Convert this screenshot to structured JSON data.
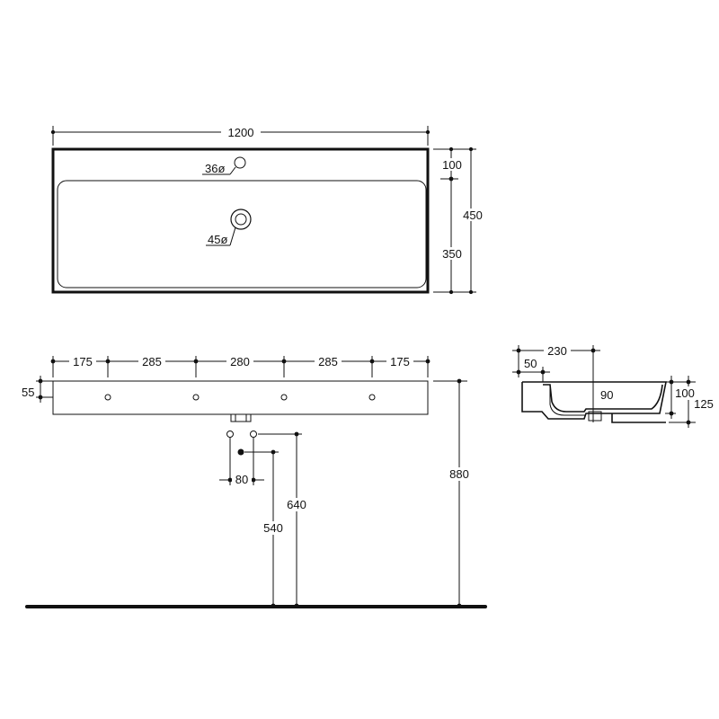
{
  "top_view": {
    "width": "1200",
    "height_total": "450",
    "height_top": "100",
    "height_bowl": "350",
    "tap_hole": "36ø",
    "drain_hole": "45ø"
  },
  "front_view": {
    "spacings": [
      "175",
      "285",
      "280",
      "285",
      "175"
    ],
    "depth": "55",
    "height_floor": "880",
    "waste_spacing": "80",
    "waste_height_1": "640",
    "waste_height_2": "540"
  },
  "side_view": {
    "depth": "230",
    "rim": "50",
    "bowl_depth": "90",
    "inner_height": "100",
    "total_height": "125"
  }
}
